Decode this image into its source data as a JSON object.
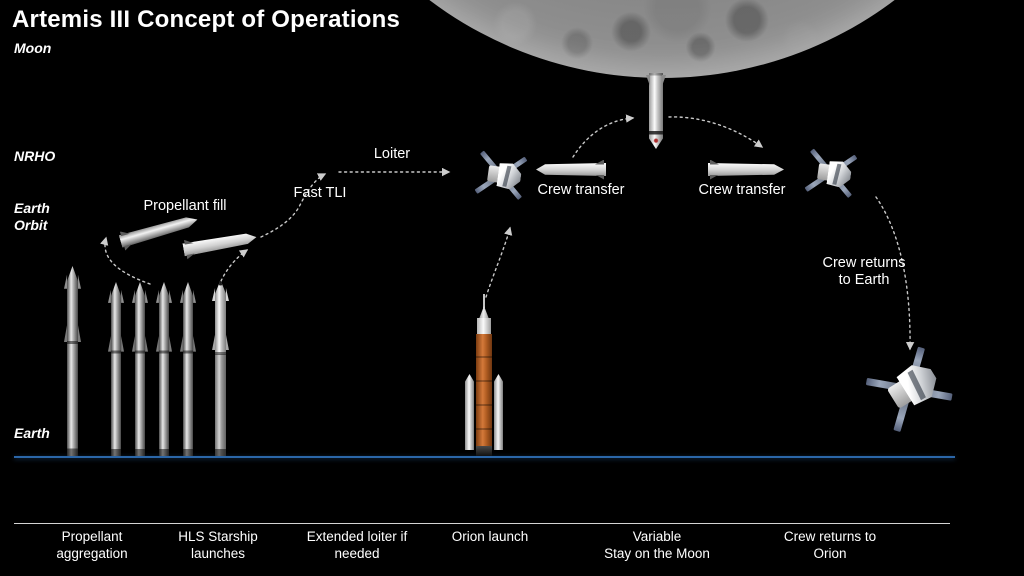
{
  "title": "Artemis III Concept of Operations",
  "orbit_labels": {
    "moon": "Moon",
    "nrho": "NRHO",
    "earth_orbit": "Earth\nOrbit",
    "earth": "Earth"
  },
  "annotations": {
    "propellant_fill": "Propellant fill",
    "fast_tli": "Fast TLI",
    "loiter": "Loiter",
    "crew_transfer_left": "Crew transfer",
    "crew_transfer_right": "Crew transfer",
    "crew_returns_earth": "Crew returns\nto Earth"
  },
  "phases": [
    {
      "label": "Propellant\naggregation"
    },
    {
      "label": "HLS Starship\nlaunches"
    },
    {
      "label": "Extended loiter if\nneeded"
    },
    {
      "label": "Orion launch"
    },
    {
      "label": "Variable\nStay on the Moon"
    },
    {
      "label": "Crew returns to\nOrion"
    }
  ],
  "icons": {
    "moon": "moon-image",
    "starship_stack": "starship-rocket-icon",
    "hls_launch_stack": "hls-starship-rocket-icon",
    "tanker_ship": "starship-tanker-icon",
    "hls_ship": "hls-starship-icon",
    "lunar_lander": "hls-lunar-lander-icon",
    "sls": "sls-rocket-icon",
    "orion": "orion-spacecraft-icon",
    "trajectory": "dotted-trajectory-arrow"
  },
  "colors": {
    "background": "#000000",
    "text": "#ffffff",
    "earth_line": "#2b66a8",
    "divider": "#ebebeb",
    "trajectory": "#c8c8c8",
    "sls_core": "#c06a2b"
  }
}
